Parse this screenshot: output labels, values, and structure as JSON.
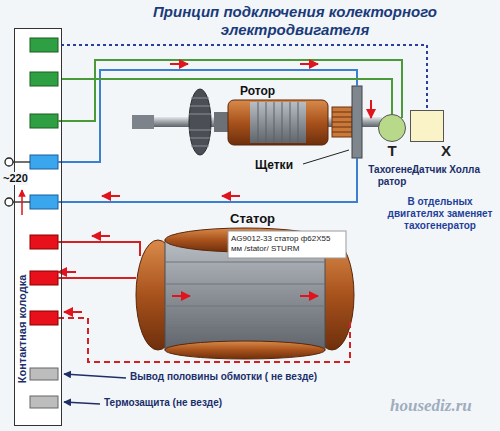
{
  "diagram": {
    "title": "Принцип подключения колекторного электродвигателя",
    "nodes": [
      {
        "text": [
          "Контактная колодка"
        ]
      },
      {
        "text": [
          "T",
          "Тахогене- ратор"
        ]
      },
      {
        "text": [
          "X",
          "Датчик Холла"
        ]
      }
    ],
    "edges": [
      {
        "from": 0,
        "to": 1,
        "arrow": "none"
      },
      {
        "from": 0,
        "to": 2,
        "arrow": "none"
      }
    ],
    "labels": [
      "~220",
      "Ротор",
      "Щетки",
      "Статор",
      "В отдельных двигателях заменяет тахогенератор",
      "AG9012-33 статор ф62Х55 мм /stator/ STURM",
      "Вывод половины обмотки ( не везде)",
      "Термозащита (не везде)",
      "housediz.ru"
    ]
  }
}
